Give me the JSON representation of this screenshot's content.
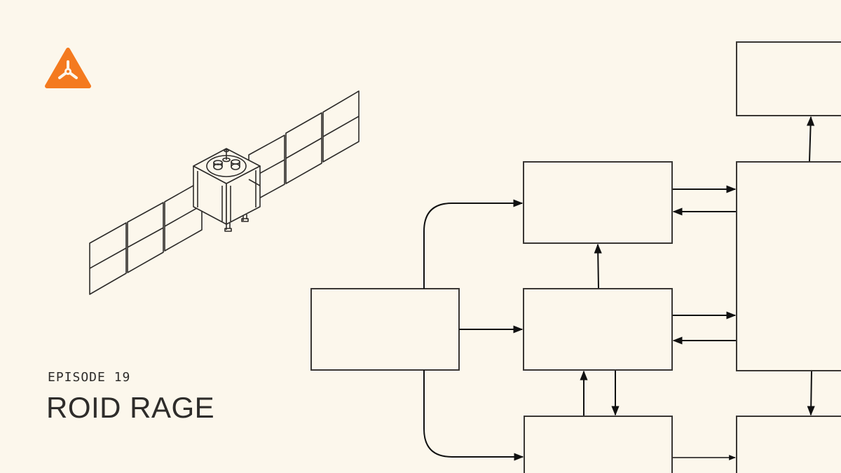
{
  "episode": {
    "label": "EPISODE 19"
  },
  "title": "ROID RAGE",
  "icons": {
    "logo": "triangle-logo-icon",
    "illustration": "satellite-icon"
  },
  "colors": {
    "background": "#fcf7ec",
    "accent": "#f47a1f",
    "ink": "#2e2c2a"
  },
  "diagram": {
    "type": "block-diagram",
    "blocks": [
      "input-block",
      "upper-middle-block",
      "center-block",
      "lower-middle-block",
      "right-top-block",
      "right-large-block",
      "right-bottom-block"
    ]
  }
}
